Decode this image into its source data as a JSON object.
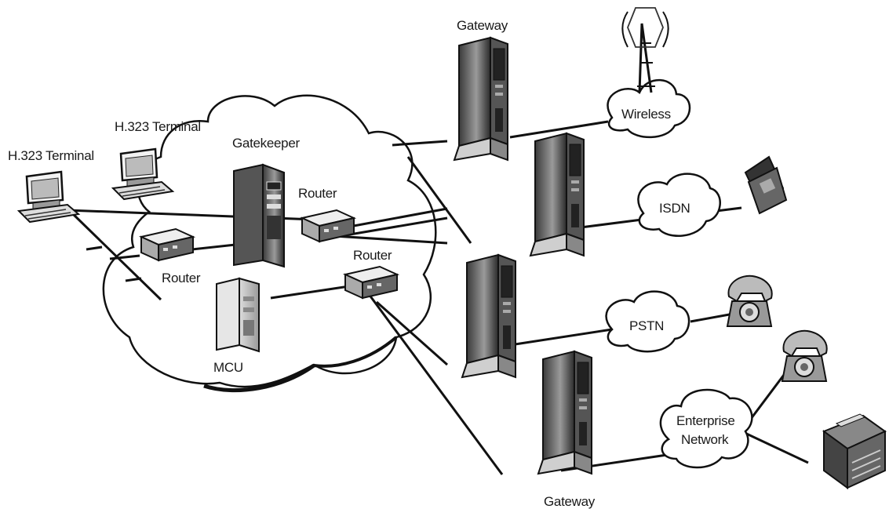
{
  "diagram": {
    "labels": {
      "h323_terminal_left": "H.323 Terminal",
      "h323_terminal_top": "H.323 Terminal",
      "gatekeeper": "Gatekeeper",
      "router_top": "Router",
      "router_mid": "Router",
      "router_left": "Router",
      "mcu": "MCU",
      "gateway_top": "Gateway",
      "gateway_bottom": "Gateway",
      "wireless": "Wireless",
      "isdn": "ISDN",
      "pstn": "PSTN",
      "enterprise_line1": "Enterprise",
      "enterprise_line2": "Network"
    }
  }
}
